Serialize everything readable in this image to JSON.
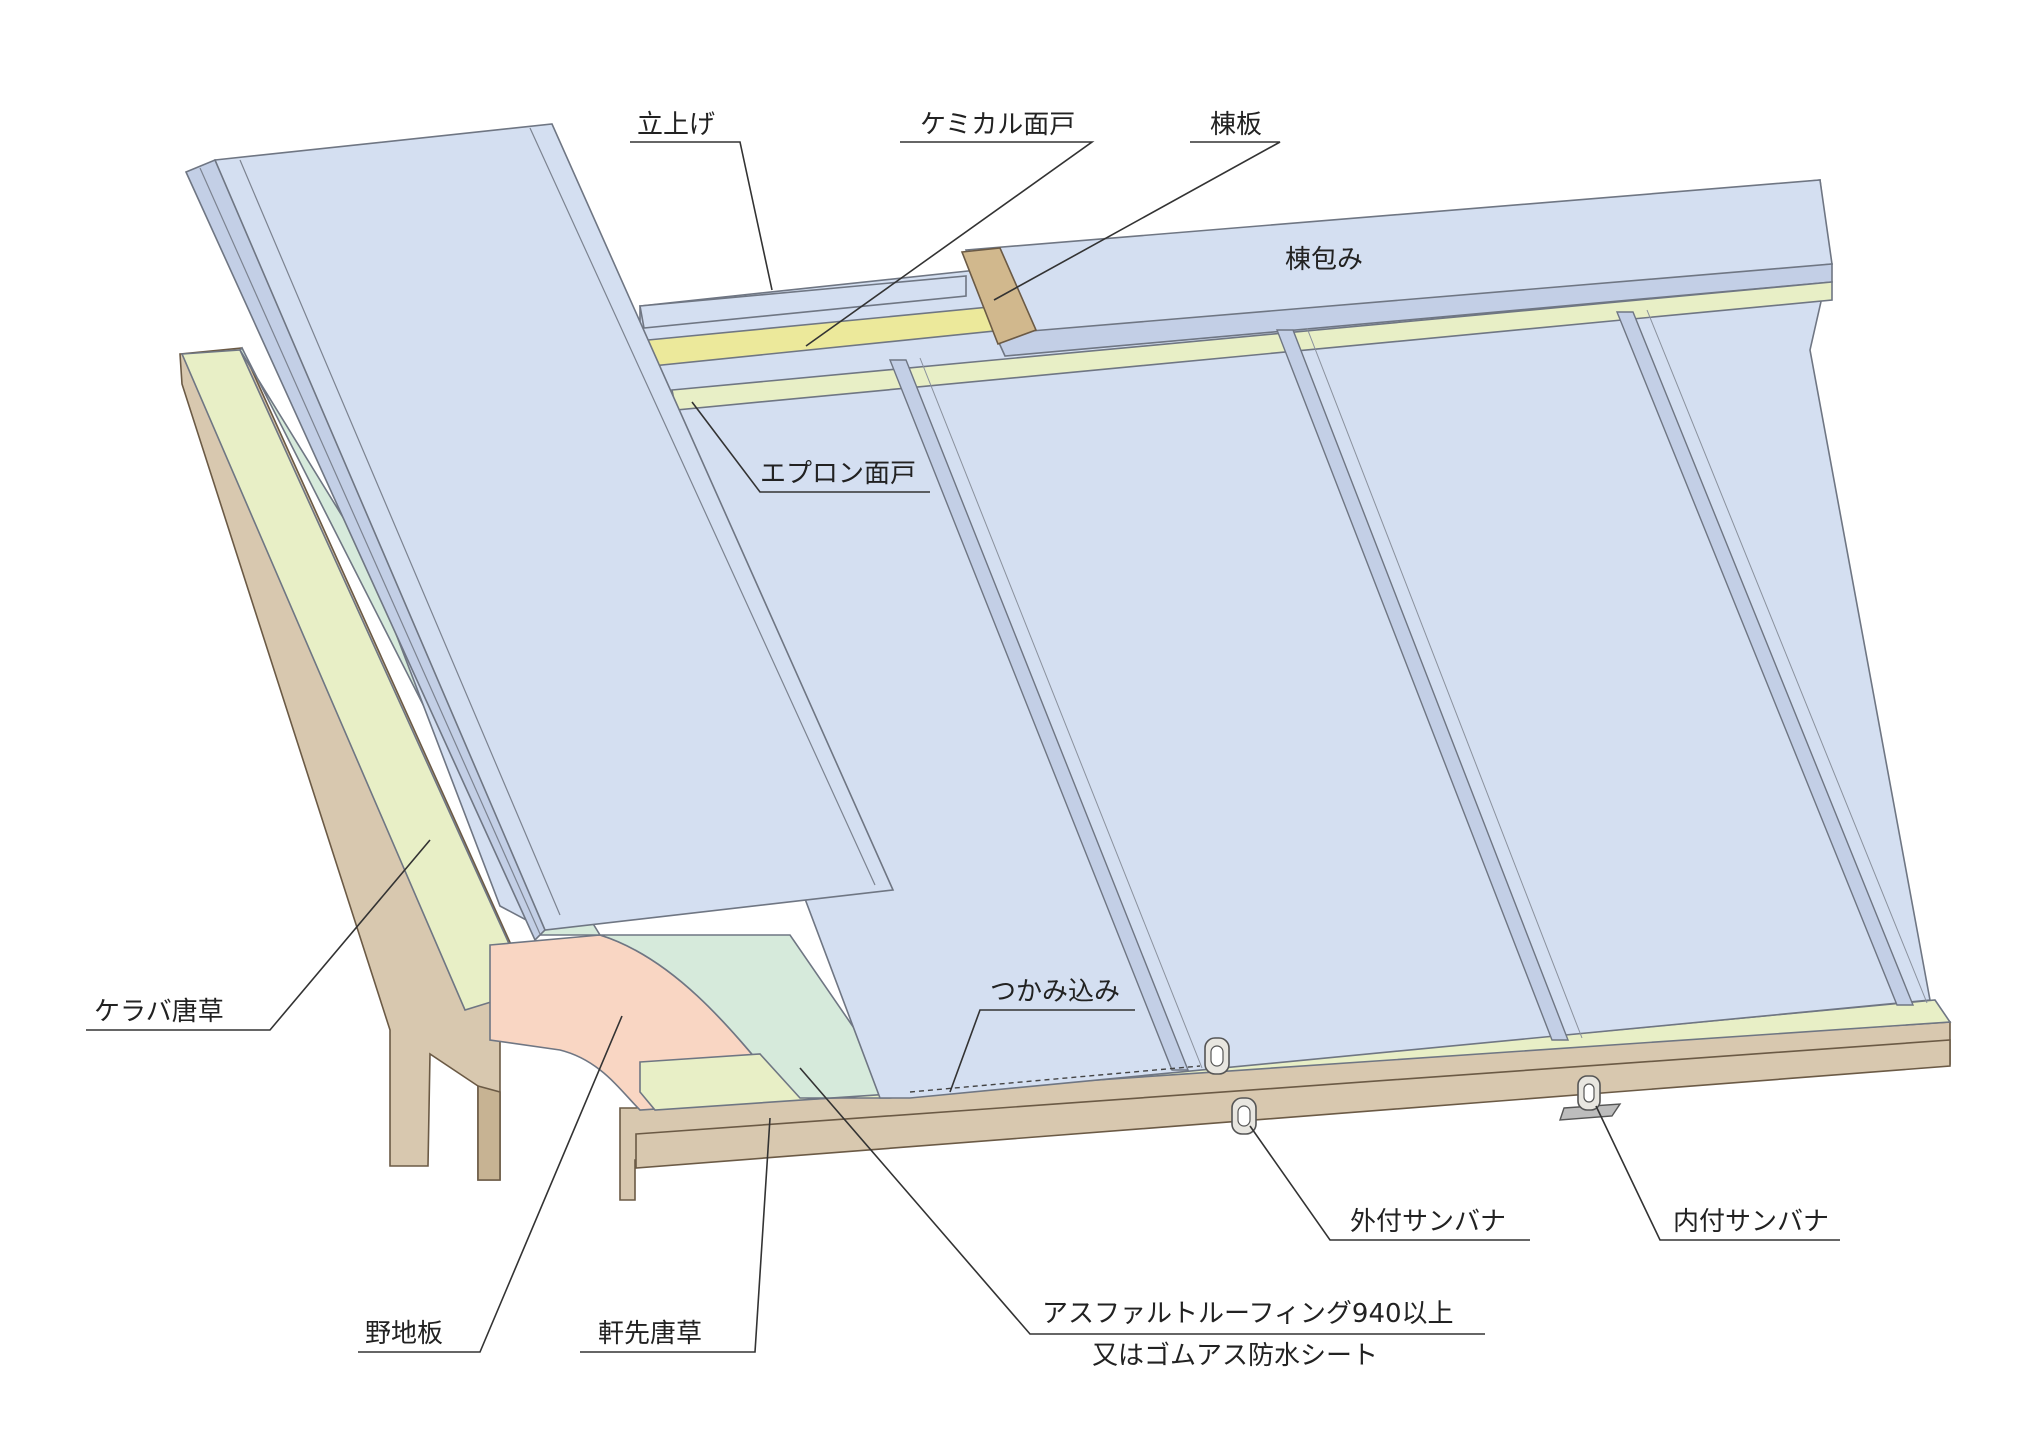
{
  "colors": {
    "roof_panel": "#d4dff1",
    "roof_seam": "#c3cfe6",
    "wood": "#d8c8af",
    "wood_dark": "#c7b393",
    "eave_flashing": "#e8efc6",
    "ridge_foam": "#ece99b",
    "underlayment": "#d6eadb",
    "sheathing": "#f9d6c3",
    "ridge_board": "#d1b88d"
  },
  "labels": {
    "tachiage": "立上げ",
    "chemical_mendo": "ケミカル面戸",
    "munaita": "棟板",
    "munazutsumi": "棟包み",
    "apron_mendo": "エプロン面戸",
    "keraba_karakusa": "ケラバ唐草",
    "tsukami_komi": "つかみ込み",
    "sotozuke_sanbana": "外付サンバナ",
    "uchizuke_sanbana": "内付サンバナ",
    "nojiita": "野地板",
    "nokisaki_karakusa": "軒先唐草",
    "underlay_line1": "アスファルトルーフィング940以上",
    "underlay_line2": "又はゴムアス防水シート"
  }
}
